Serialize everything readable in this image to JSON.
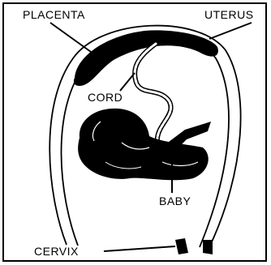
{
  "labels": {
    "placenta": "PLACENTA",
    "uterus": "UTERUS",
    "cord": "CORD",
    "baby": "BABY",
    "cervix": "CERVIX"
  },
  "colors": {
    "ink": "#000000",
    "background": "#ffffff"
  }
}
